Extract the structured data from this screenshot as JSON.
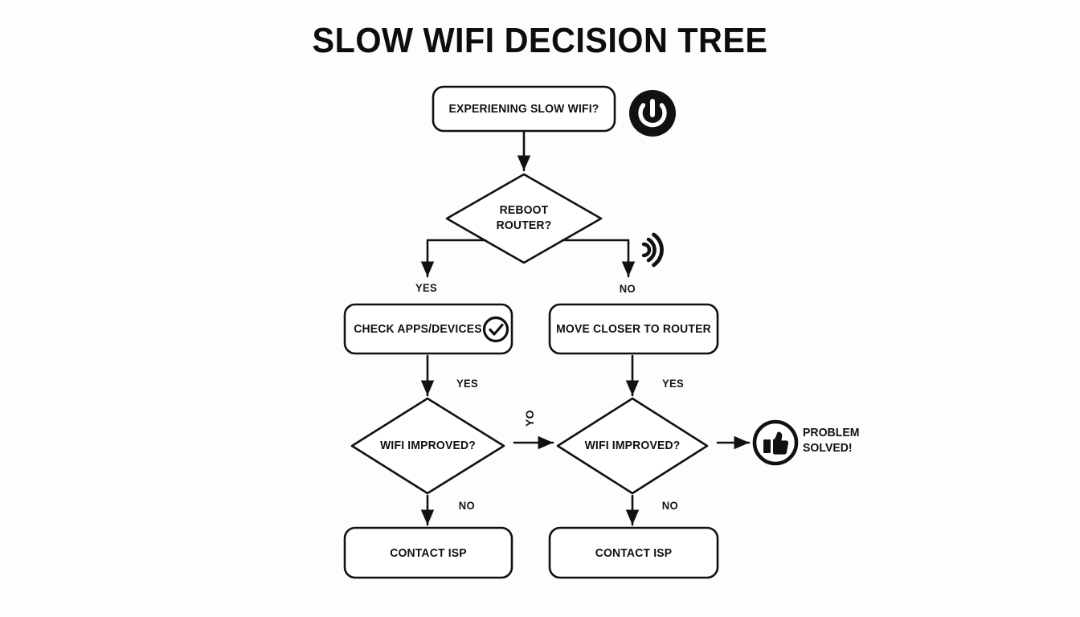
{
  "page": {
    "title": "SLOW WIFI DECISION TREE",
    "background_color": "#fdfdfd",
    "stroke_color": "#111111",
    "text_color": "#111111"
  },
  "diagram": {
    "type": "flowchart",
    "nodes": [
      {
        "id": "start",
        "shape": "rounded-rect",
        "text": "EXPERIENING SLOW WIFI?"
      },
      {
        "id": "reboot",
        "shape": "diamond",
        "text": "REBOOT\nROUTER?"
      },
      {
        "id": "check_apps",
        "shape": "rounded-rect",
        "text": "CHECK APPS/DEVICES"
      },
      {
        "id": "move_closer",
        "shape": "rounded-rect",
        "text": "MOVE CLOSER TO ROUTER"
      },
      {
        "id": "improved_left",
        "shape": "diamond",
        "text": "WIFI IMPROVED?"
      },
      {
        "id": "improved_right",
        "shape": "diamond",
        "text": "WIFI IMPROVED?"
      },
      {
        "id": "isp_left",
        "shape": "rounded-rect",
        "text": "CONTACT ISP"
      },
      {
        "id": "isp_right",
        "shape": "rounded-rect",
        "text": "CONTACT ISP"
      }
    ],
    "edge_labels": {
      "reboot_yes": "YES",
      "reboot_no": "NO",
      "check_yes": "YES",
      "move_yes": "YES",
      "improved_left_no": "NO",
      "improved_right_no": "NO",
      "between_diamonds": "YO"
    },
    "callout": {
      "text": "PROBLEM\nSOLVED!"
    },
    "icons": [
      {
        "id": "power-icon",
        "name": "power-icon"
      },
      {
        "id": "wifi-icon",
        "name": "wifi-signal-icon"
      },
      {
        "id": "check-icon",
        "name": "check-circle-icon"
      },
      {
        "id": "thumbsup-icon",
        "name": "thumbs-up-icon"
      }
    ]
  }
}
